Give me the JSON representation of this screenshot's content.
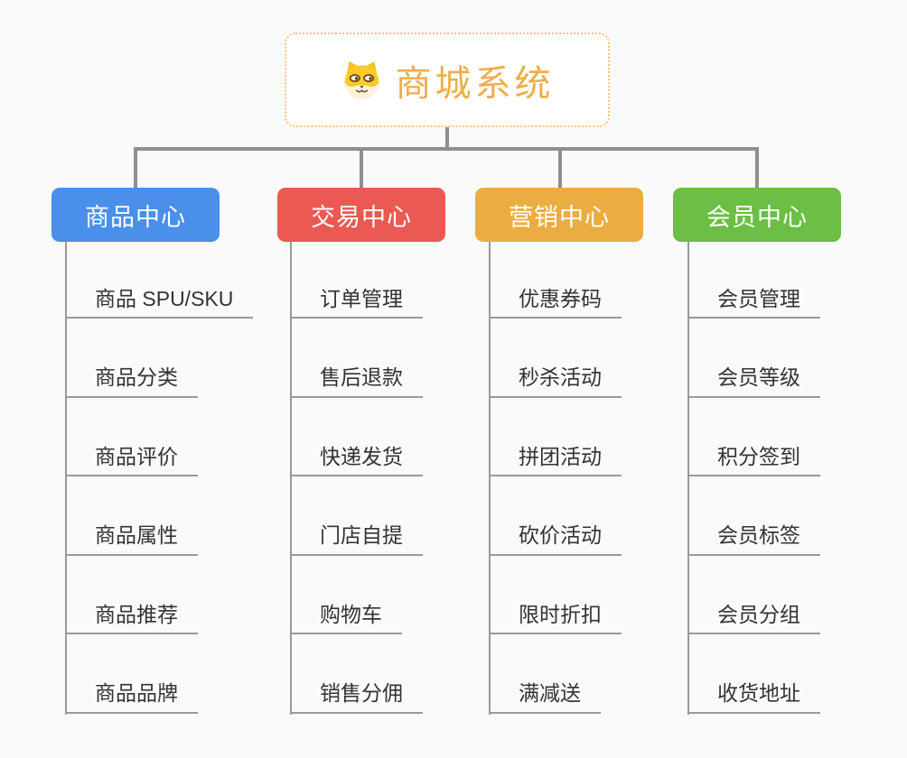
{
  "page": {
    "background": "#fafafa"
  },
  "root": {
    "title": "商城系统",
    "icon": "dog-face-icon",
    "text_color": "#f0ad47",
    "border_color": "#f2c482",
    "background": "#ffffff"
  },
  "connectors": {
    "tree_line_color": "#8f8f8f",
    "item_line_color": "#9a9a9a"
  },
  "branches": [
    {
      "id": "product-center",
      "label": "商品中心",
      "color": "#4a8fe9",
      "items": [
        "商品 SPU/SKU",
        "商品分类",
        "商品评价",
        "商品属性",
        "商品推荐",
        "商品品牌"
      ]
    },
    {
      "id": "trade-center",
      "label": "交易中心",
      "color": "#ea5a52",
      "items": [
        "订单管理",
        "售后退款",
        "快递发货",
        "门店自提",
        "购物车",
        "销售分佣"
      ]
    },
    {
      "id": "marketing-center",
      "label": "营销中心",
      "color": "#ebad41",
      "items": [
        "优惠券码",
        "秒杀活动",
        "拼团活动",
        "砍价活动",
        "限时折扣",
        "满减送"
      ]
    },
    {
      "id": "member-center",
      "label": "会员中心",
      "color": "#6cbe44",
      "items": [
        "会员管理",
        "会员等级",
        "积分签到",
        "会员标签",
        "会员分组",
        "收货地址"
      ]
    }
  ]
}
